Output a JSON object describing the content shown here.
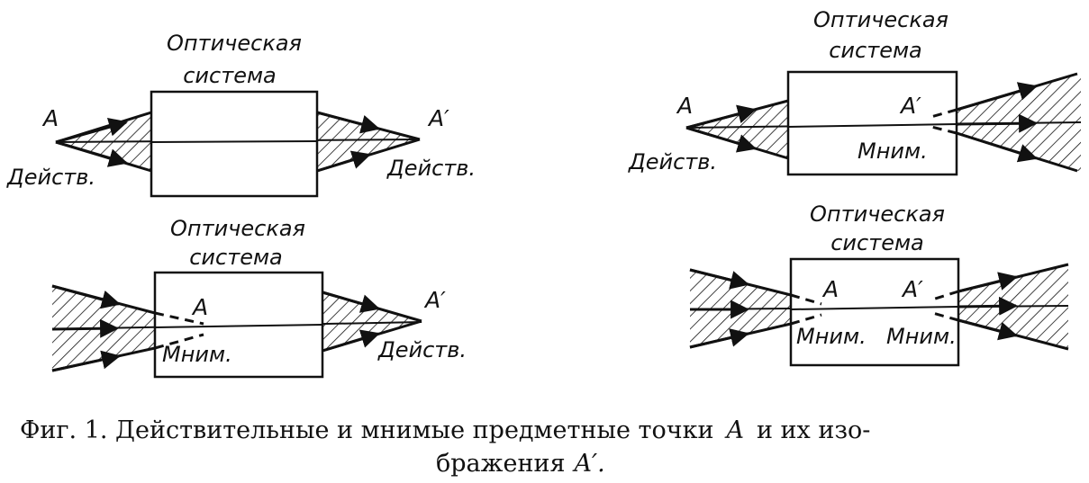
{
  "labels": {
    "system_line1": "Оптическая",
    "system_line2": "система",
    "point_a": "A",
    "point_a_prime": "A′",
    "real": "Действ.",
    "imaginary": "Мним."
  },
  "caption": {
    "line1_part1": "Фиг. 1. Действительные и мнимые предметные точки",
    "line1_a": "A",
    "line1_part2": "и их изо-",
    "line2_part1": "бражения",
    "line2_a_prime": "A′."
  }
}
